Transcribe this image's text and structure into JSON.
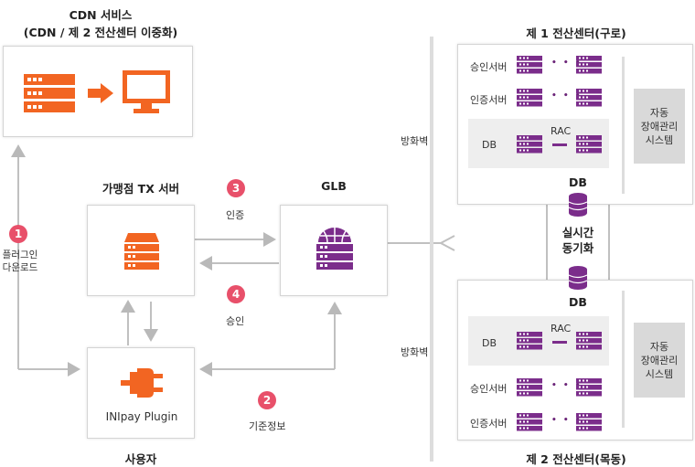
{
  "cdn": {
    "title_line1": "CDN 서비스",
    "title_line2": "(CDN / 제 2 전산센터 이중화)"
  },
  "merchant": {
    "title": "가맹점 TX 서버"
  },
  "glb": {
    "title": "GLB"
  },
  "user": {
    "title": "사용자",
    "plugin_label": "INIpay Plugin"
  },
  "steps": [
    {
      "num": "1",
      "label_line1": "플러그인",
      "label_line2": "다운로드"
    },
    {
      "num": "2",
      "label": "기준정보"
    },
    {
      "num": "3",
      "label": "인증"
    },
    {
      "num": "4",
      "label": "승인"
    }
  ],
  "firewall": {
    "label": "방화벽"
  },
  "dc1": {
    "title": "제 1 전산센터(구로)",
    "rows": [
      "승인서버",
      "인증서버"
    ],
    "db_label": "DB",
    "rac_label": "RAC",
    "auto_line1": "자동",
    "auto_line2": "장애관리",
    "auto_line3": "시스템"
  },
  "dc2": {
    "title": "제 2 전산센터(목동)",
    "rows": [
      "승인서버",
      "인증서버"
    ],
    "db_label": "DB",
    "rac_label": "RAC",
    "auto_line1": "자동",
    "auto_line2": "장애관리",
    "auto_line3": "시스템"
  },
  "sync": {
    "top_db": "DB",
    "bottom_db": "DB",
    "line1": "실시간",
    "line2": "동기화"
  },
  "colors": {
    "orange": "#f26522",
    "purple": "#7b2d8b",
    "pink": "#e8506a",
    "line": "#b9b9b9"
  },
  "icons": [
    "server-icon",
    "arrow-right-icon",
    "monitor-icon",
    "globe-server-icon",
    "plug-icon",
    "database-icon"
  ]
}
